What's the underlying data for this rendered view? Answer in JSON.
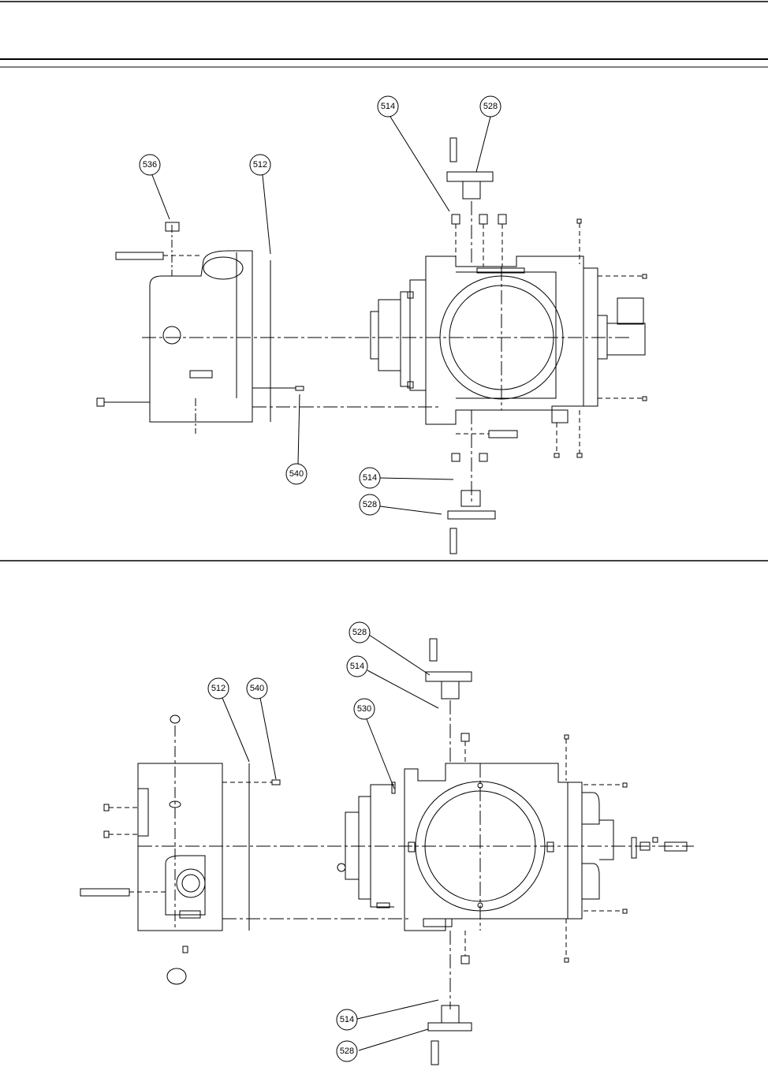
{
  "colors": {
    "ink": "#000000",
    "paper": "#ffffff"
  },
  "top_view": {
    "callouts": {
      "c514_a": "514",
      "c528_a": "528",
      "c536": "536",
      "c512": "512",
      "c540": "540",
      "c514_b": "514",
      "c528_b": "528"
    }
  },
  "bottom_view": {
    "callouts": {
      "c528_a": "528",
      "c514_a": "514",
      "c512": "512",
      "c540": "540",
      "c530": "530",
      "c514_b": "514",
      "c528_b": "528"
    }
  }
}
